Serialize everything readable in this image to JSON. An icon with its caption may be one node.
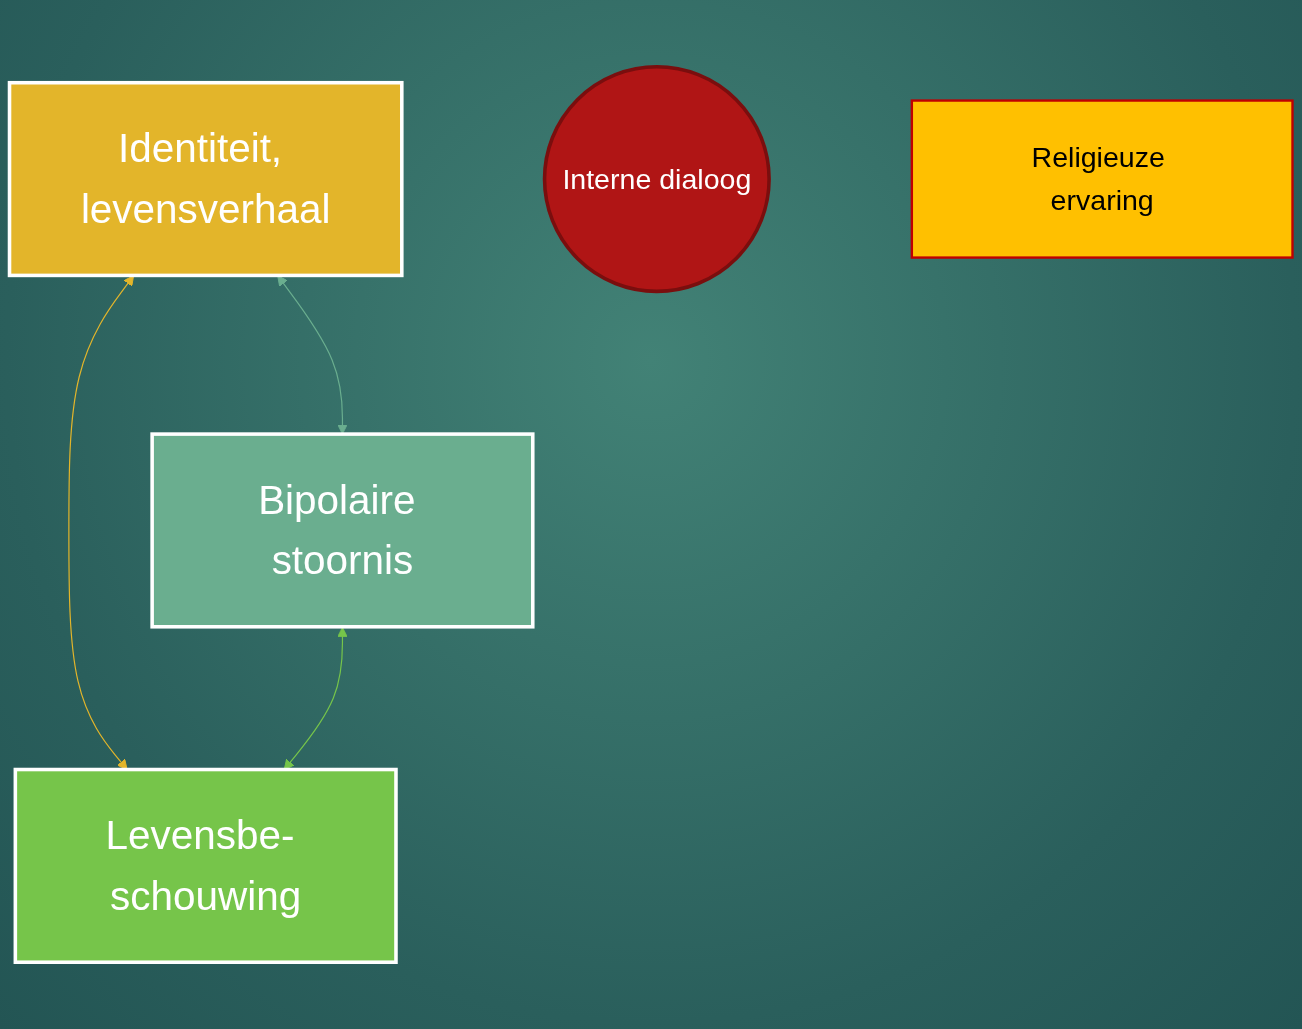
{
  "diagram": {
    "nodes": [
      {
        "text": [
          "Identiteit, levensverhaal"
        ]
      },
      {
        "text": [
          "Interne dialoog"
        ]
      },
      {
        "text": [
          "Religieuze ervaring"
        ]
      },
      {
        "text": [
          "Bipolaire stoornis"
        ]
      },
      {
        "text": [
          "Levensbe- schouwing"
        ]
      }
    ],
    "edges": [
      {
        "from": 0,
        "to": 3,
        "arrow": "both",
        "color": "#6aae8f"
      },
      {
        "from": 0,
        "to": 4,
        "arrow": "both",
        "color": "#e3b52a"
      },
      {
        "from": 3,
        "to": 4,
        "arrow": "both",
        "color": "#76c54a"
      }
    ]
  }
}
